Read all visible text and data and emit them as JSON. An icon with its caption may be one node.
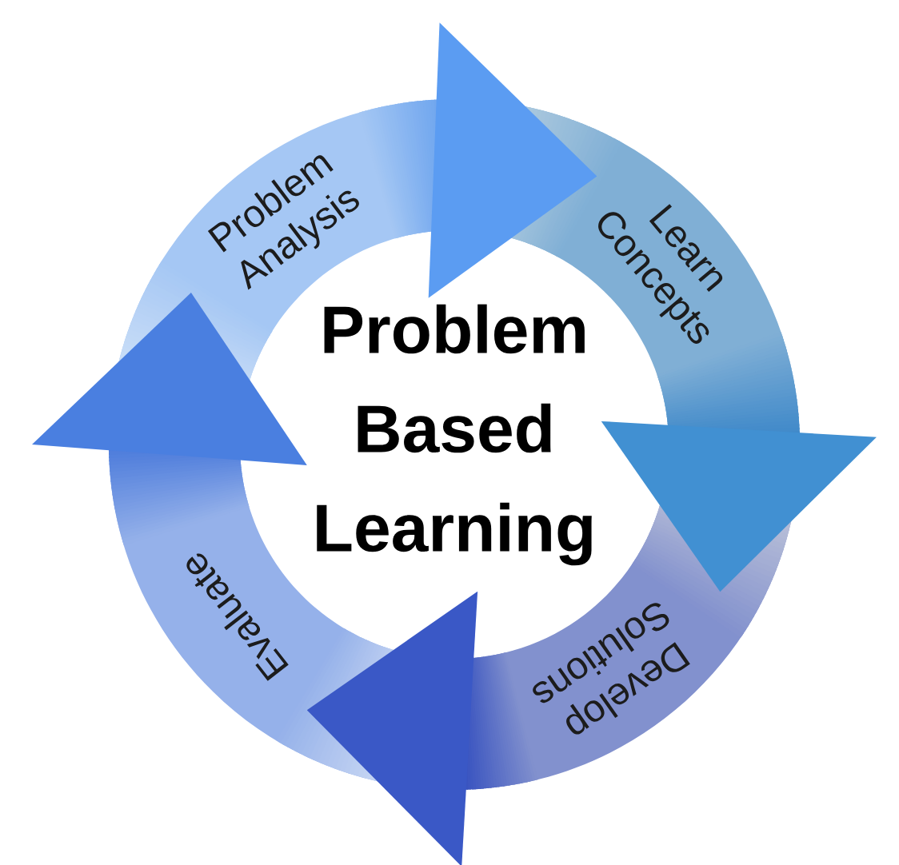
{
  "diagram": {
    "title": "Problem Based Learning",
    "nodes": [
      {
        "text": [
          "Problem Analysis"
        ]
      },
      {
        "text": [
          "Learn Concepts"
        ]
      },
      {
        "text": [
          "Develop Solutions"
        ]
      },
      {
        "text": [
          "Evaluate"
        ]
      }
    ],
    "edges": [
      {
        "from": 0,
        "to": 1,
        "arrow": "to"
      },
      {
        "from": 1,
        "to": 2,
        "arrow": "to"
      },
      {
        "from": 2,
        "to": 3,
        "arrow": "to"
      },
      {
        "from": 3,
        "to": 0,
        "arrow": "to"
      }
    ]
  }
}
